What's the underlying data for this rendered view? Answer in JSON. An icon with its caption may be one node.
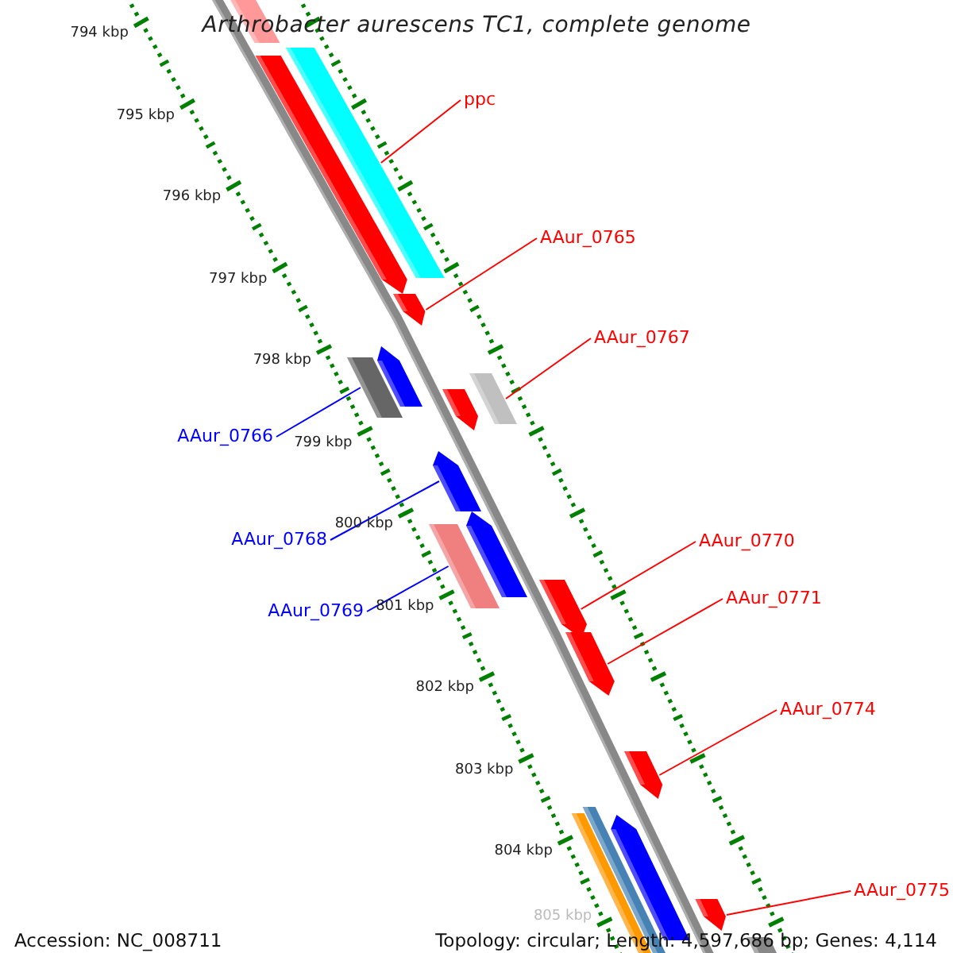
{
  "diagram": {
    "title": "Arthrobacter aurescens TC1, complete genome",
    "nodes": [
      {
        "text": [
          "ppc"
        ]
      },
      {
        "text": [
          "AAur_0765"
        ]
      },
      {
        "text": [
          "AAur_0767"
        ]
      },
      {
        "text": [
          "AAur_0766"
        ]
      },
      {
        "text": [
          "AAur_0768"
        ]
      },
      {
        "text": [
          "AAur_0770"
        ]
      },
      {
        "text": [
          "AAur_0771"
        ]
      },
      {
        "text": [
          "AAur_0769"
        ]
      },
      {
        "text": [
          "AAur_0774"
        ]
      },
      {
        "text": [
          "AAur_0775"
        ]
      },
      {
        "text": [],
        "shape": "bar"
      },
      {
        "text": [],
        "shape": "bar"
      },
      {
        "text": [],
        "shape": "bar"
      },
      {
        "text": [],
        "shape": "bar"
      },
      {
        "text": [],
        "shape": "bar"
      },
      {
        "text": [],
        "shape": "bar"
      },
      {
        "text": [],
        "shape": "bar"
      },
      {
        "text": [],
        "shape": "bar"
      },
      {
        "text": [],
        "shape": "bar"
      },
      {
        "text": [],
        "shape": "bar"
      },
      {
        "text": [],
        "shape": "bar"
      },
      {
        "text": [],
        "shape": "bar"
      },
      {
        "text": [],
        "shape": "bar"
      },
      {
        "text": [],
        "shape": "bar"
      },
      {
        "text": [],
        "shape": "bar"
      },
      {
        "text": [],
        "shape": "bar"
      },
      {
        "text": [],
        "shape": "bar"
      },
      {
        "text": [],
        "shape": "bar"
      },
      {
        "text": [],
        "shape": "bar"
      }
    ],
    "edges": [
      {
        "from": 0,
        "to": 11,
        "arrow": "none"
      },
      {
        "from": 1,
        "to": 13,
        "arrow": "none"
      },
      {
        "from": 2,
        "to": 16,
        "arrow": "none"
      },
      {
        "from": 3,
        "to": 15,
        "arrow": "none",
        "color": "#0000ff"
      },
      {
        "from": 4,
        "to": 18,
        "arrow": "none",
        "color": "#0000ff"
      },
      {
        "from": 5,
        "to": 21,
        "arrow": "none"
      },
      {
        "from": 6,
        "to": 22,
        "arrow": "none"
      },
      {
        "from": 7,
        "to": 20,
        "arrow": "none",
        "color": "#0000ff"
      },
      {
        "from": 8,
        "to": 23,
        "arrow": "none"
      },
      {
        "from": 9,
        "to": 27,
        "arrow": "none"
      }
    ],
    "labels": [
      "794 kbp",
      "795 kbp",
      "796 kbp",
      "797 kbp",
      "798 kbp",
      "799 kbp",
      "800 kbp",
      "801 kbp",
      "802 kbp",
      "803 kbp",
      "804 kbp",
      "805 kbp",
      "Accession: NC_008711",
      "Topology: circular; Length: 4,597,686 bp; Genes: 4,114"
    ]
  }
}
